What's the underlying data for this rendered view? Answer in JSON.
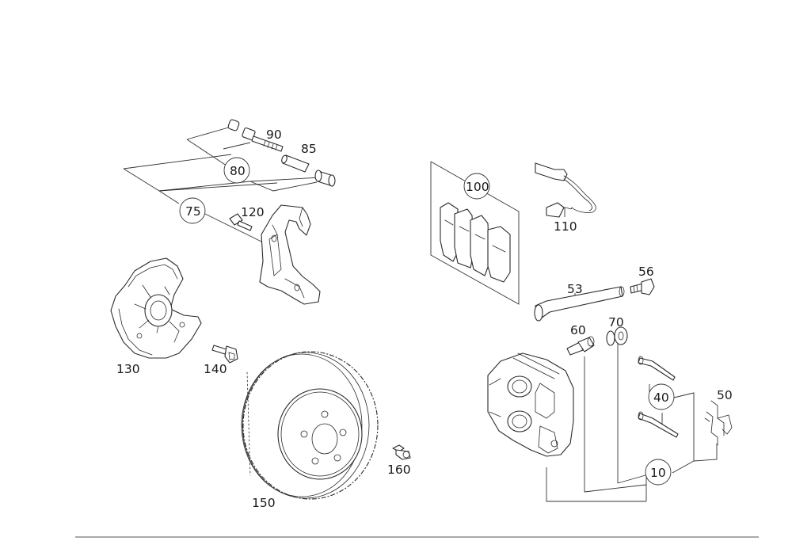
{
  "labels": {
    "l10": "10",
    "l40": "40",
    "l50": "50",
    "l53": "53",
    "l56": "56",
    "l60": "60",
    "l70": "70",
    "l75": "75",
    "l80": "80",
    "l85": "85",
    "l90": "90",
    "l100": "100",
    "l110": "110",
    "l120": "120",
    "l130": "130",
    "l140": "140",
    "l150": "150",
    "l160": "160"
  }
}
